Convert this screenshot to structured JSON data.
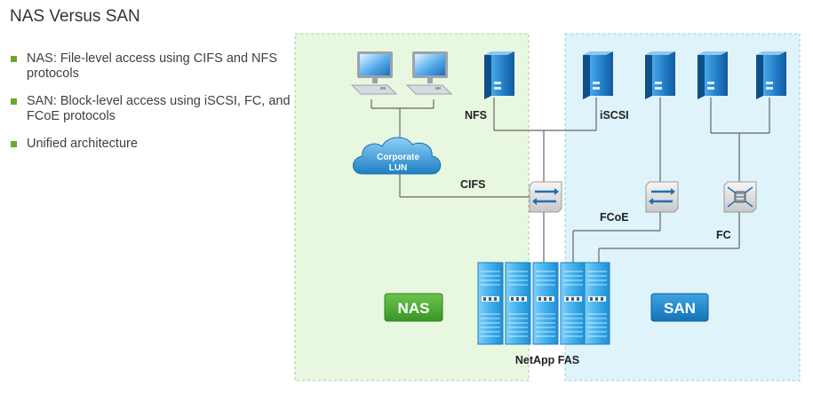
{
  "slide": {
    "title": "NAS Versus SAN",
    "bullets": [
      "NAS: File-level access using CIFS and NFS protocols",
      "SAN: Block-level access using iSCSI, FC, and FCoE protocols",
      "Unified architecture"
    ]
  },
  "diagram": {
    "zones": {
      "nas": "NAS",
      "san": "SAN"
    },
    "cloud": {
      "line1": "Corporate",
      "line2": "LUN"
    },
    "protocols": {
      "nfs": "NFS",
      "iscsi": "iSCSI",
      "cifs": "CIFS",
      "fcoe": "FCoE",
      "fc": "FC"
    },
    "storage_label": "NetApp FAS",
    "icons": [
      "desktop-computer-icon",
      "server-icon",
      "cloud-icon",
      "network-switch-icon",
      "fc-switch-icon",
      "storage-array-icon"
    ],
    "colors": {
      "nas_zone": "#e8f7e0",
      "san_zone": "#dff3fa",
      "nas_badge": "#46a62f",
      "san_badge": "#1a86c8",
      "bullet": "#6aaa2a"
    }
  }
}
